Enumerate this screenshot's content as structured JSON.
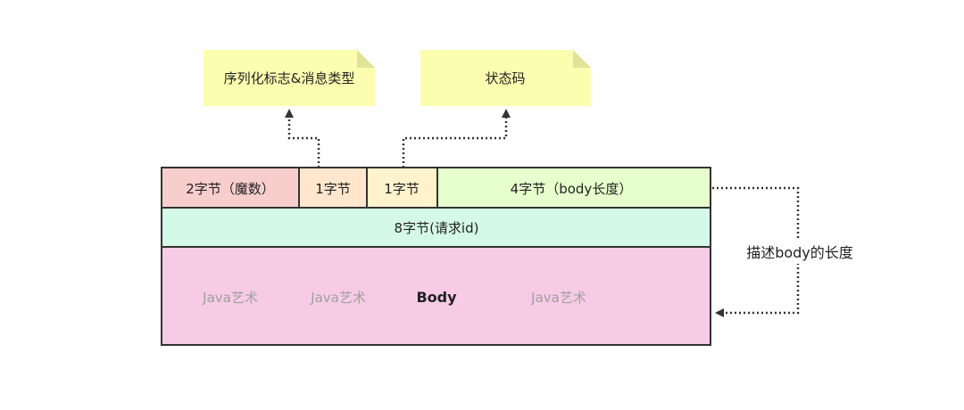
{
  "notes": {
    "serialization": {
      "label": "序列化标志&消息类型",
      "fill": "#fdfdb0",
      "fold": "#e2e29a"
    },
    "status": {
      "label": "状态码",
      "fill": "#fdfdb0",
      "fold": "#e2e29a"
    }
  },
  "header_row": {
    "magic": {
      "label": "2字节（魔数）",
      "fill": "#f8cecc"
    },
    "serialization": {
      "label": "1字节",
      "fill": "#ffe6cc"
    },
    "status": {
      "label": "1字节",
      "fill": "#fff2cc"
    },
    "body_length": {
      "label": "4字节（body长度）",
      "fill": "#e6ffcc"
    }
  },
  "request_id_row": {
    "label": "8字节(请求id)",
    "fill": "#d5f9e8"
  },
  "body_row": {
    "fill": "#f7cbe5",
    "label": "Body",
    "watermarks": [
      "Java艺术",
      "Java艺术",
      "Java艺术"
    ]
  },
  "length_annotation": {
    "label": "描述body的长度"
  },
  "colors": {
    "stroke": "#333333",
    "text": "#222222",
    "watermark": "#a0a0a0",
    "arrow": "#333333"
  }
}
